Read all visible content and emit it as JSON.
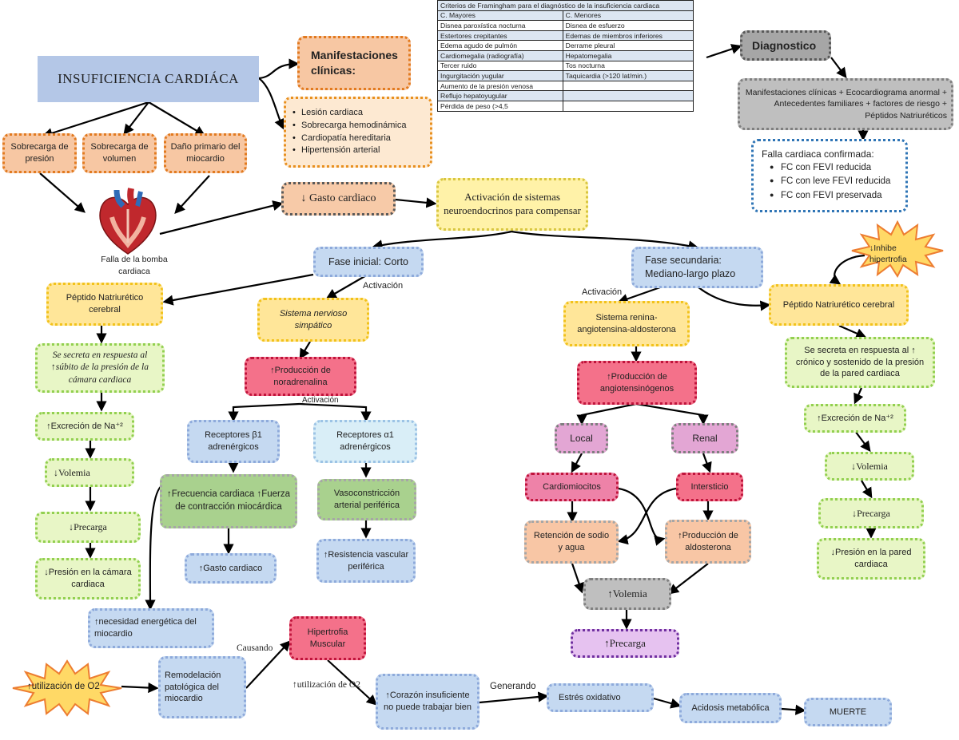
{
  "title": "INSUFICIENCIA CARDIÁCA",
  "framingham": {
    "caption": "Criterios de Framingham para el diagnóstico de la insuficiencia cardiaca",
    "col_major": "C. Mayores",
    "col_minor": "C. Menores",
    "rows": [
      [
        "Disnea paroxística nocturna",
        "Disnea de esfuerzo"
      ],
      [
        "Estertores crepitantes",
        "Edemas de miembros inferiores"
      ],
      [
        "Edema agudo de pulmón",
        "Derrame pleural"
      ],
      [
        "Cardiomegalia (radiografía)",
        "Hepatomegalia"
      ],
      [
        "Tercer ruido",
        "Tos nocturna"
      ],
      [
        "Ingurgitación yugular",
        "Taquicardia (>120 lat/min.)"
      ],
      [
        "Aumento de la presión venosa",
        ""
      ],
      [
        "Reflujo hepatoyugular",
        ""
      ],
      [
        "Pérdida de peso (>4,5",
        ""
      ]
    ]
  },
  "manifest": {
    "title": "Manifestaciones clínicas:",
    "items": [
      "Lesión cardiaca",
      "Sobrecarga hemodinámica",
      "Cardiopatía hereditaria",
      "Hipertensión arterial"
    ]
  },
  "causes": [
    "Sobrecarga de presión",
    "Sobrecarga de volumen",
    "Daño primario del miocardio"
  ],
  "heart_caption": "Falla de la bomba cardiaca",
  "gasto": "↓ Gasto cardiaco",
  "activacion_sist": "Activación de sistemas neuroendocrinos para compensar",
  "diagnostico": {
    "title": "Diagnostico",
    "criteria": "Manifestaciones clínicas + Ecocardiograma anormal + Antecedentes familiares + factores de riesgo + Péptidos Natriuréticos",
    "confirm_title": "Falla cardiaca confirmada:",
    "confirm_items": [
      "FC con FEVI reducida",
      "FC con leve FEVI reducida",
      "FC con FEVI preservada"
    ]
  },
  "fase_inicial": "Fase inicial: Corto",
  "fase_secundaria": "Fase secundaria: Mediano-largo plazo",
  "label_activacion": "Activación",
  "left_col": {
    "peptido": "Péptido Natriurético cerebral",
    "secreta": "Se secreta en respuesta al ↑súbito de la presión de la cámara cardiaca",
    "excrecion": "↑Excreción de Na⁺²",
    "volemia": "↓Volemia",
    "precarga": "↓Precarga",
    "presion": "↓Presión en la cámara cardiaca"
  },
  "snc": {
    "sistema": "Sistema nervioso simpático",
    "noradrenalina": "↑Producción de noradrenalina",
    "activacion": "Activación",
    "beta": "Receptores β1 adrenérgicos",
    "alfa": "Receptores α1 adrenérgicos",
    "frecuencia": "↑Frecuencia cardiaca ↑Fuerza de contracción miocárdica",
    "vasoconstriccion": "Vasoconstricción arterial periférica",
    "gasto": "↑Gasto cardiaco",
    "resistencia": "↑Resistencia vascular periférica"
  },
  "raas": {
    "activacion": "Activación",
    "sistema": "Sistema renina-angiotensina-aldosterona",
    "angio": "↑Producción de angiotensinógenos",
    "local": "Local",
    "renal": "Renal",
    "cardio": "Cardiomiocitos",
    "intersticio": "Intersticio",
    "retencion": "Retención de sodio y agua",
    "aldosterona": "↑Producción de aldosterona",
    "volemia": "↑Volemia",
    "precarga": "↑Precarga"
  },
  "right_col": {
    "inhibe": "↓Inhibe hipertrofia",
    "peptido": "Péptido Natriurético cerebral",
    "secreta": "Se secreta en respuesta al ↑ crónico y sostenido de la presión de la pared cardiaca",
    "excrecion": "↑Excreción de Na⁺²",
    "volemia": "↓Volemia",
    "precarga": "↓Precarga",
    "presion": "↓Presión en la pared cardiaca"
  },
  "bottom": {
    "necesidad": "↑necesidad energética del miocardio",
    "utilizacion": "↑utilización de O2",
    "remodelacion": "Remodelación patológica del miocardio",
    "causando": "Causando",
    "hipertrofia": "Hipertrofia Muscular",
    "utilizacion2": "↑utilización de O2",
    "corazon": "↑Corazón insuficiente no puede trabajar bien",
    "generando": "Generando",
    "estres": "Estrés oxidativo",
    "acidosis": "Acidosis metabólica",
    "muerte": "MUERTE"
  },
  "colors": {
    "title_bg": "#b4c7e7",
    "orange_border": "#e27a1f",
    "red_fill": "#f4718a",
    "green_border": "#92d050",
    "blue_fill": "#c5d9f1",
    "star_fill": "#ffd966",
    "star_border": "#ed7d31"
  }
}
